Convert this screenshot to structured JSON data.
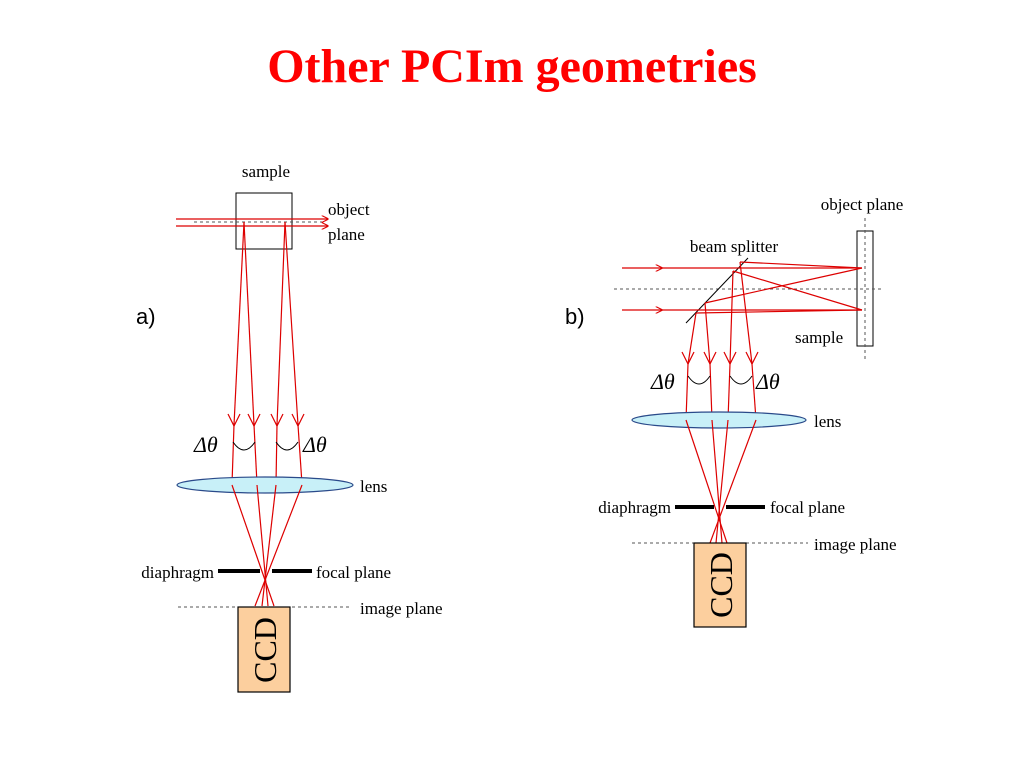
{
  "title": "Other PCIm geometries",
  "colors": {
    "title": "#ff0000",
    "rays": "#dd0000",
    "lens_fill": "#c8f0f8",
    "ccd_fill": "#fccf9e"
  },
  "panel_a": {
    "label": "a)",
    "sample": "sample",
    "object_plane_line1": "object",
    "object_plane_line2": "plane",
    "delta_theta_left": "Δθ",
    "delta_theta_right": "Δθ",
    "lens": "lens",
    "diaphragm": "diaphragm",
    "focal_plane": "focal plane",
    "image_plane": "image plane",
    "ccd": "CCD"
  },
  "panel_b": {
    "label": "b)",
    "object_plane": "object plane",
    "beam_splitter": "beam splitter",
    "sample": "sample",
    "delta_theta_left": "Δθ",
    "delta_theta_right": "Δθ",
    "lens": "lens",
    "diaphragm": "diaphragm",
    "focal_plane": "focal plane",
    "image_plane": "image plane",
    "ccd": "CCD"
  }
}
